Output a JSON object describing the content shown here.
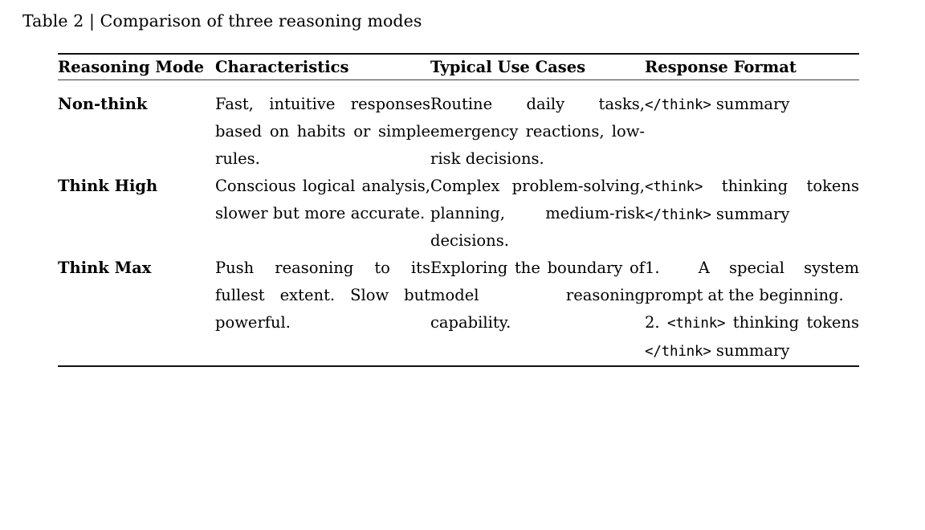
{
  "caption": {
    "label": "Table 2",
    "separator": "|",
    "title": "Comparison of three reasoning modes",
    "full": "Table 2 | Comparison of three reasoning modes"
  },
  "table": {
    "columns": [
      {
        "key": "mode",
        "header": "Reasoning Mode"
      },
      {
        "key": "characteristics",
        "header": "Characteristics"
      },
      {
        "key": "use_cases",
        "header": "Typical Use Cases"
      },
      {
        "key": "response_format",
        "header": "Response Format"
      }
    ],
    "rows": [
      {
        "mode": "Non-think",
        "characteristics": "Fast, intuitive responses based on habits or simple rules.",
        "use_cases": "Routine daily tasks, emergency reactions, low-risk decisions.",
        "response_format": {
          "kind": "inline",
          "parts": [
            {
              "type": "code",
              "text": "</think>"
            },
            {
              "type": "text",
              "text": " summary"
            }
          ],
          "plain": "</think> summary"
        }
      },
      {
        "mode": "Think High",
        "characteristics": "Conscious logical analysis, slower but more accurate.",
        "use_cases": "Complex problem-solving, planning, medium-risk decisions.",
        "response_format": {
          "kind": "inline",
          "parts": [
            {
              "type": "code",
              "text": "<think>"
            },
            {
              "type": "text",
              "text": " thinking tokens "
            },
            {
              "type": "code",
              "text": "</think>"
            },
            {
              "type": "text",
              "text": " summary"
            }
          ],
          "plain": "<think> thinking tokens </think> summary"
        }
      },
      {
        "mode": "Think Max",
        "characteristics": "Push reasoning to its fullest extent. Slow but powerful.",
        "use_cases": "Exploring the boundary of model reasoning capability.",
        "response_format": {
          "kind": "ordered-list",
          "items": [
            {
              "marker": "1.",
              "parts": [
                {
                  "type": "text",
                  "text": "A special system prompt at the beginning."
                }
              ],
              "plain": "1. A special system prompt at the beginning."
            },
            {
              "marker": "2.",
              "parts": [
                {
                  "type": "code",
                  "text": "<think>"
                },
                {
                  "type": "text",
                  "text": " thinking tokens "
                },
                {
                  "type": "code",
                  "text": "</think>"
                },
                {
                  "type": "text",
                  "text": " summary"
                }
              ],
              "plain": "2. <think> thinking tokens </think> summary"
            }
          ]
        }
      }
    ]
  }
}
